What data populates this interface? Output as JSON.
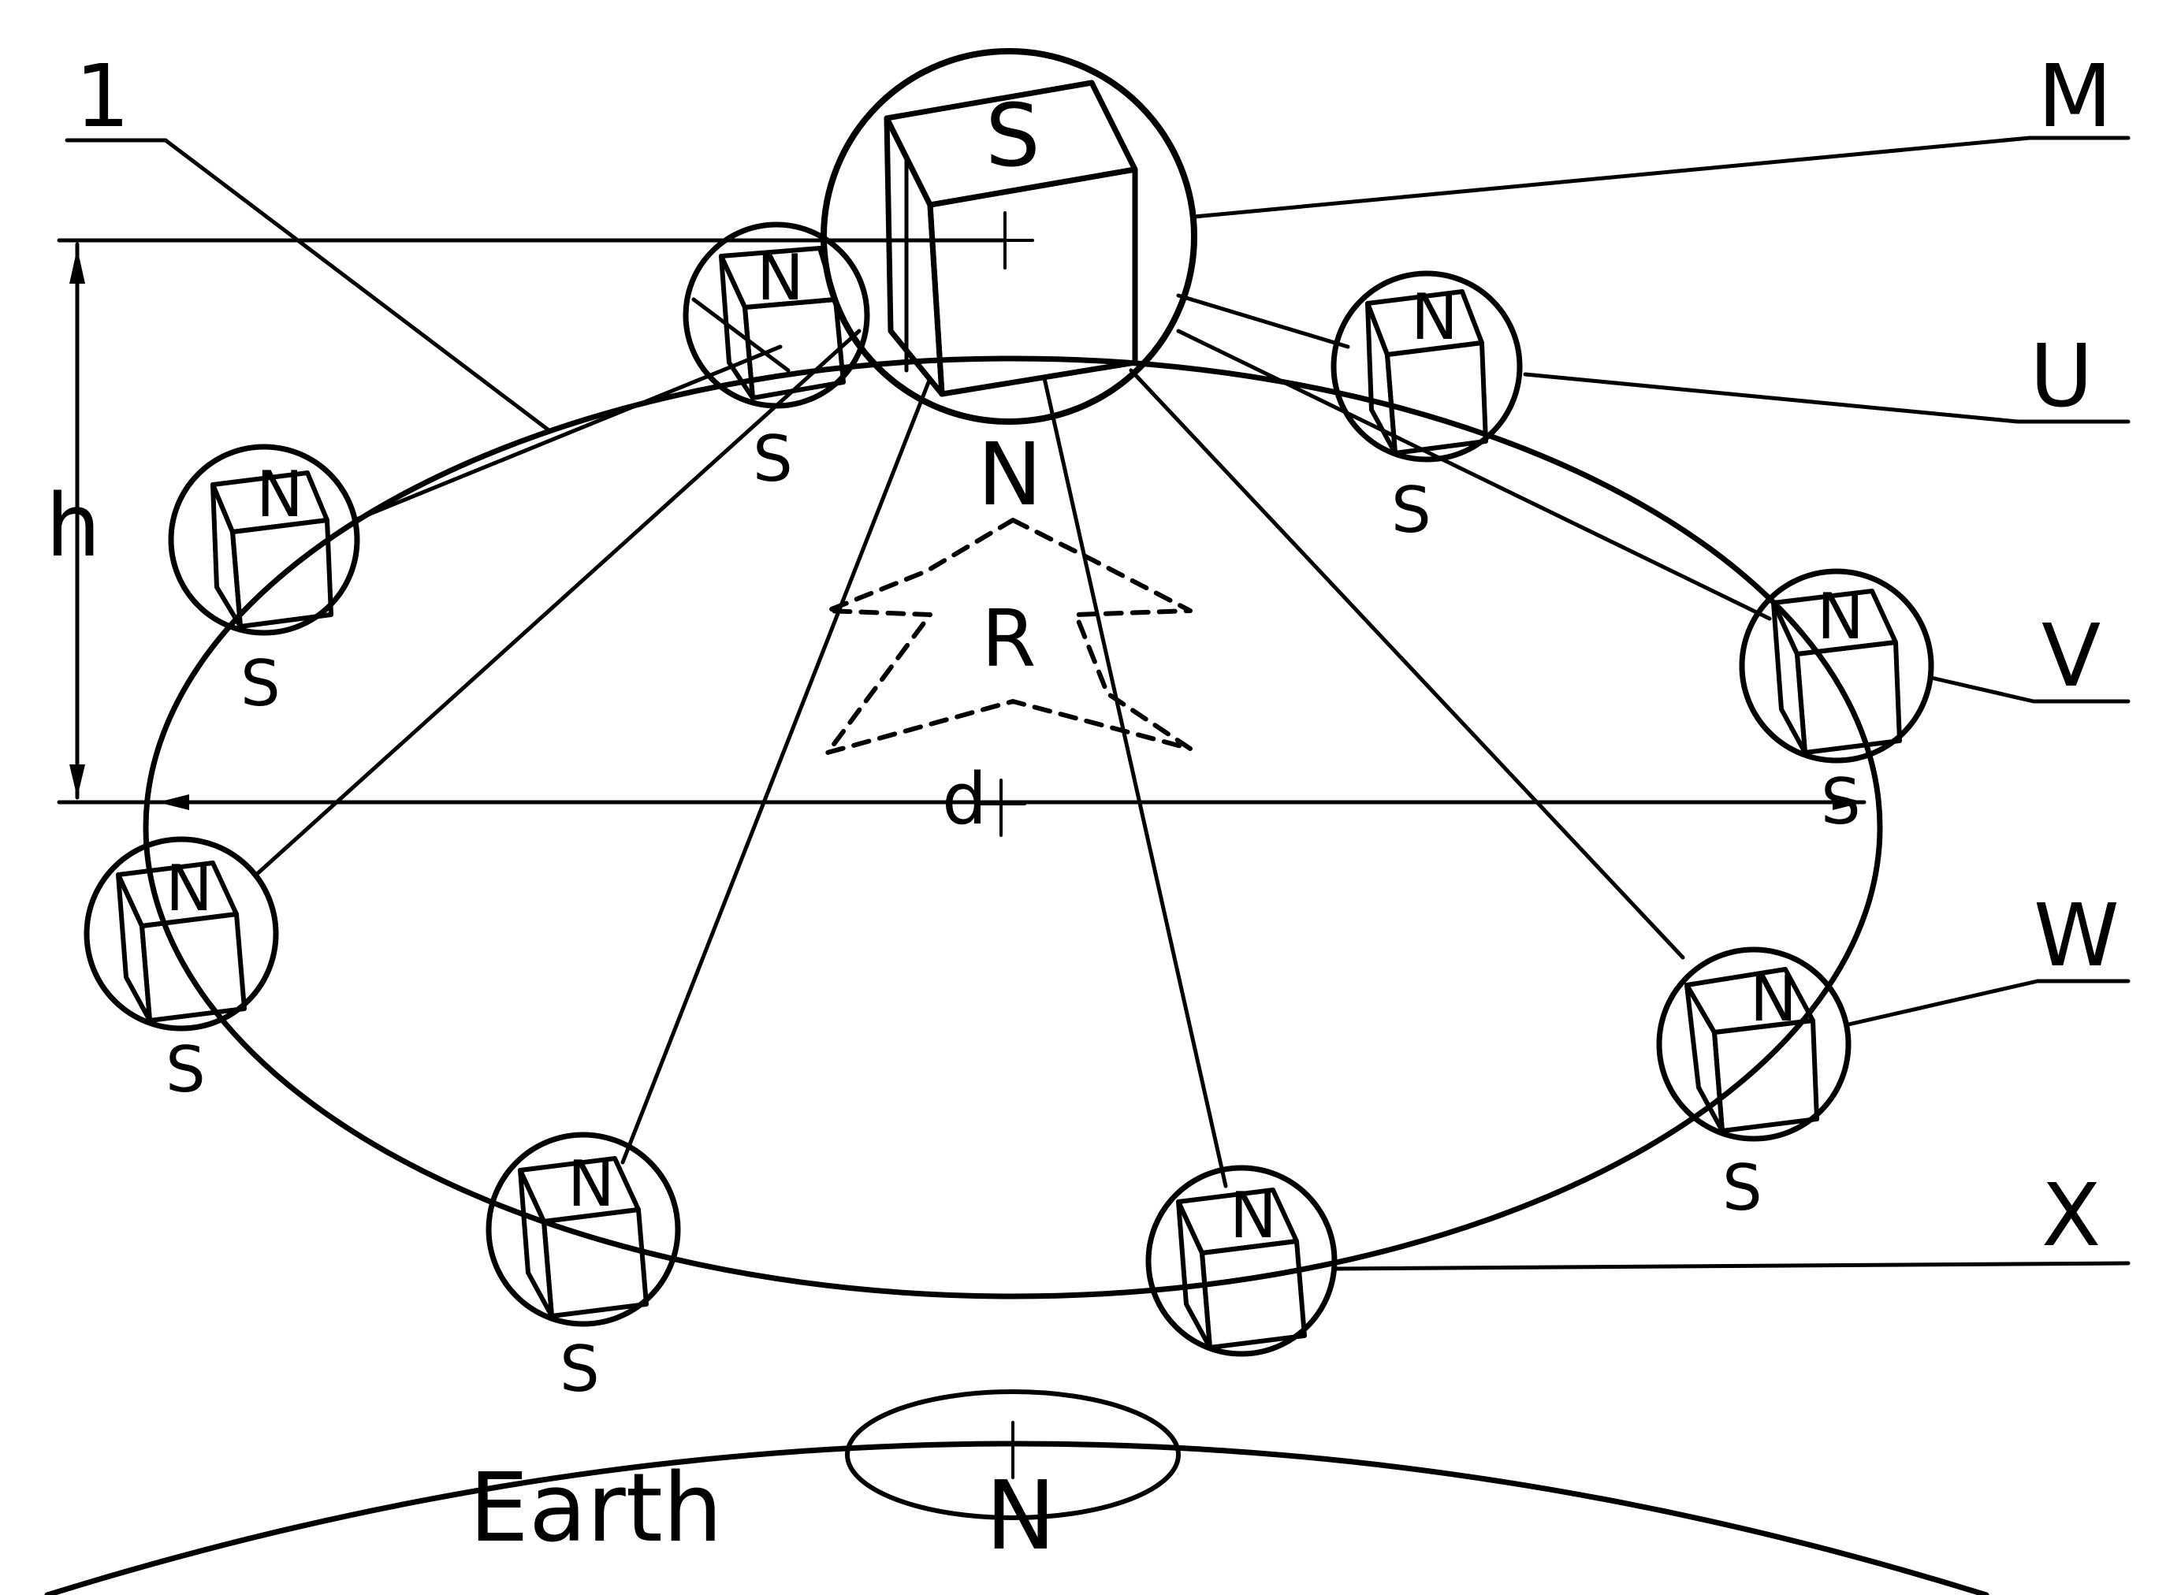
{
  "labels": {
    "ref_1": "1",
    "M": "M",
    "U": "U",
    "V": "V",
    "W": "W",
    "X": "X",
    "h": "h",
    "d": "d",
    "R": "R",
    "center_N": "N",
    "earth": "Earth",
    "earth_N": "N"
  },
  "center_magnet": {
    "face_label": "S"
  },
  "small_magnets": [
    {
      "id": "left-upper",
      "top": "N",
      "bottom": "S"
    },
    {
      "id": "top-left",
      "top": "N",
      "bottom": "S"
    },
    {
      "id": "top-right",
      "top": "N",
      "bottom": "S"
    },
    {
      "id": "right",
      "top": "N",
      "bottom": "S"
    },
    {
      "id": "right-lower",
      "top": "N",
      "bottom": "S"
    },
    {
      "id": "bottom-right",
      "top": "N"
    },
    {
      "id": "bottom-left",
      "top": "N",
      "bottom": "S"
    },
    {
      "id": "left-lower",
      "top": "N",
      "bottom": "S"
    }
  ]
}
